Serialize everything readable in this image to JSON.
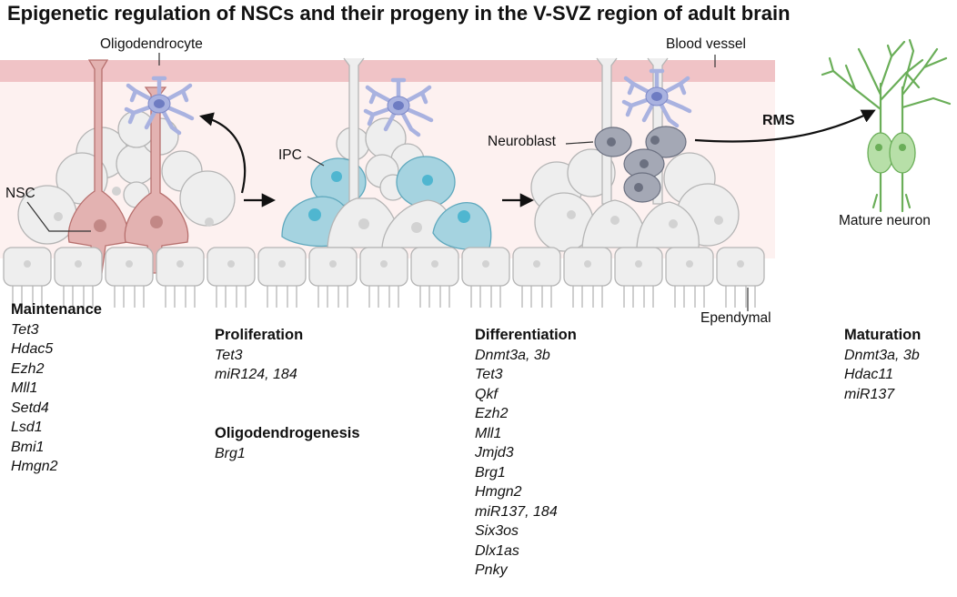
{
  "title": "Epigenetic regulation of NSCs and their progeny in the V-SVZ region of adult brain",
  "labels": {
    "oligodendrocyte": "Oligodendrocyte",
    "blood_vessel": "Blood vessel",
    "nsc": "NSC",
    "ipc": "IPC",
    "neuroblast": "Neuroblast",
    "rms": "RMS",
    "mature_neuron": "Mature neuron",
    "ependymal": "Ependymal"
  },
  "columns": {
    "maintenance": {
      "heading": "Maintenance",
      "items": [
        "Tet3",
        "Hdac5",
        "Ezh2",
        "Mll1",
        "Setd4",
        "Lsd1",
        "Bmi1",
        "Hmgn2"
      ]
    },
    "proliferation": {
      "heading": "Proliferation",
      "items": [
        "Tet3",
        "miR124, 184"
      ]
    },
    "oligodendrogenesis": {
      "heading": "Oligodendrogenesis",
      "items": [
        "Brg1"
      ]
    },
    "differentiation": {
      "heading": "Differentiation",
      "items": [
        "Dnmt3a, 3b",
        "Tet3",
        "Qkf",
        "Ezh2",
        "Mll1",
        "Jmjd3",
        "Brg1",
        "Hmgn2",
        "miR137, 184",
        "Six3os",
        "Dlx1as",
        "Pnky"
      ]
    },
    "maturation": {
      "heading": "Maturation",
      "items": [
        "Dnmt3a, 3b",
        "Hdac11",
        "miR137"
      ]
    }
  },
  "colors": {
    "blood_vessel": "#f0c3c6",
    "tissue_bg": "#fdf1f0",
    "cell_fill": "#eeeeee",
    "cell_stroke": "#b5b5b5",
    "nsc_fill": "#e3b2b1",
    "nsc_nucleus": "#c28886",
    "oligo_fill": "#a9b2e0",
    "oligo_nucleus": "#6e7cc2",
    "ipc_fill": "#a5d3e0",
    "ipc_nucleus": "#4fb6d0",
    "neuroblast_fill": "#a4a8b5",
    "neuroblast_nucleus": "#6b7080",
    "neuron_fill": "#b7dfa8",
    "neuron_stroke": "#6aae58"
  }
}
